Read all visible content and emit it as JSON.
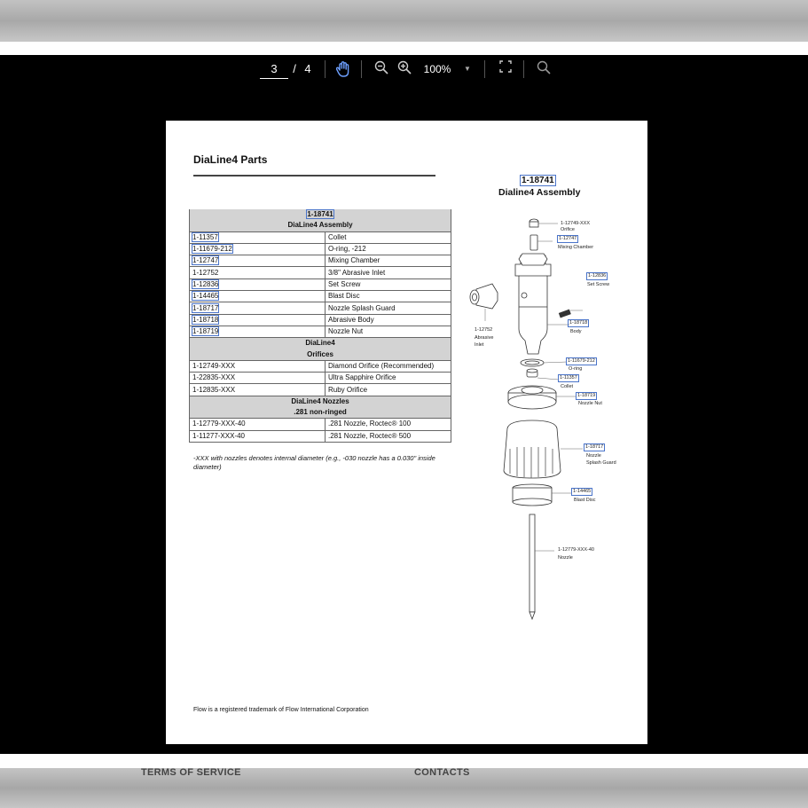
{
  "viewer": {
    "current_page": "3",
    "page_separator": "/",
    "total_pages": "4",
    "zoom": "100%"
  },
  "document": {
    "title": "DiaLine4 Parts",
    "assembly_id": "1-18741",
    "assembly_title": "Dialine4 Assembly",
    "table": {
      "header_id": "1-18741",
      "header_name": "DiaLine4 Assembly",
      "assembly_rows": [
        {
          "part": "1-11357",
          "desc": "Collet"
        },
        {
          "part": "1-11679-212",
          "desc": "O-ring, -212"
        },
        {
          "part": "1-12747",
          "desc": "Mixing Chamber"
        },
        {
          "part": "1-12752",
          "desc": "3/8\" Abrasive Inlet"
        },
        {
          "part": "1-12836",
          "desc": "Set Screw"
        },
        {
          "part": "1-14465",
          "desc": "Blast Disc"
        },
        {
          "part": "1-18717",
          "desc": "Nozzle Splash Guard"
        },
        {
          "part": "1-18718",
          "desc": "Abrasive Body"
        },
        {
          "part": "1-18719",
          "desc": "Nozzle Nut"
        }
      ],
      "orifices_heading_1": "DiaLine4",
      "orifices_heading_2": "Orifices",
      "orifice_rows": [
        {
          "part": "1-12749-XXX",
          "desc": "Diamond Orifice (Recommended)"
        },
        {
          "part": "1-22835-XXX",
          "desc": "Ultra Sapphire Orifice"
        },
        {
          "part": "1-12835-XXX",
          "desc": "Ruby Orifice"
        }
      ],
      "nozzles_heading_1": "DiaLine4 Nozzles",
      "nozzles_heading_2": ".281 non-ringed",
      "nozzle_rows": [
        {
          "part": "1-12779-XXX-40",
          "desc": ".281 Nozzle, Roctec® 100"
        },
        {
          "part": "1-11277-XXX-40",
          "desc": ".281 Nozzle, Roctec® 500"
        }
      ]
    },
    "note": "-XXX with nozzles denotes internal diameter (e.g., -030 nozzle has a 0.030\" inside diameter)",
    "footer": "Flow is a registered trademark of Flow International Corporation",
    "diagram_labels": {
      "orifice_id": "1-12749-XXX",
      "orifice_name": "Orifice",
      "mixing_id": "1-12747",
      "mixing_name": "Mixing Chamber",
      "setscrew_id": "1-12836",
      "setscrew_name": "Set Screw",
      "inlet_id": "1-12752",
      "inlet_name_1": "Abrasive",
      "inlet_name_2": "Inlet",
      "body_id": "1-18718",
      "body_name": "Body",
      "oring_id": "1-11679-212",
      "oring_name": "O-ring",
      "collet_id": "1-11357",
      "collet_name": "Collet",
      "nut_id": "1-18719",
      "nut_name": "Nozzle Nut",
      "guard_id": "1-18717",
      "guard_name_1": "Nozzle",
      "guard_name_2": "Splash Guard",
      "disc_id": "1-14465",
      "disc_name": "Blast Disc",
      "nozzle_id": "1-12779-XXX-40",
      "nozzle_name": "Nozzle"
    }
  },
  "footer_links": {
    "terms": "TERMS OF SERVICE",
    "contacts": "CONTACTS"
  }
}
